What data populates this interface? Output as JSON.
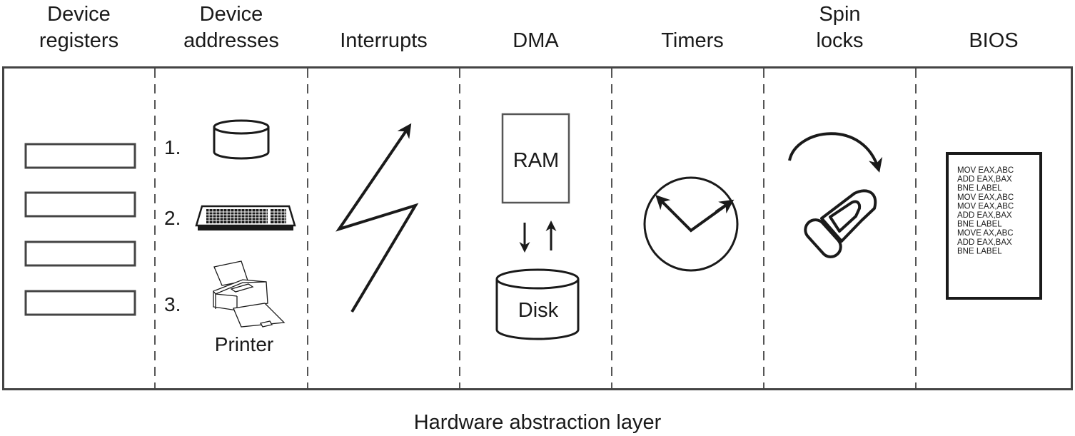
{
  "title": "Hardware abstraction layer",
  "columns": [
    {
      "id": "device-registers",
      "label": "Device\nregisters"
    },
    {
      "id": "device-addresses",
      "label": "Device\naddresses"
    },
    {
      "id": "interrupts",
      "label": "Interrupts"
    },
    {
      "id": "dma",
      "label": "DMA"
    },
    {
      "id": "timers",
      "label": "Timers"
    },
    {
      "id": "spin-locks",
      "label": "Spin\nlocks"
    },
    {
      "id": "bios",
      "label": "BIOS"
    }
  ],
  "device_registers": {
    "count": 4
  },
  "device_addresses": {
    "items": [
      {
        "number": "1.",
        "icon": "disk-cylinder-icon"
      },
      {
        "number": "2.",
        "icon": "keyboard-icon"
      },
      {
        "number": "3.",
        "icon": "printer-icon",
        "caption": "Printer"
      }
    ]
  },
  "interrupts": {
    "icon": "lightning-arrow-icon"
  },
  "dma": {
    "ram_label": "RAM",
    "disk_label": "Disk"
  },
  "timers": {
    "icon": "clock-icon"
  },
  "spin_locks": {
    "icon": "lock-rotate-icon"
  },
  "bios": {
    "code_lines": [
      "MOV EAX,ABC",
      "ADD EAX,BAX",
      "BNE LABEL",
      "MOV EAX,ABC",
      "MOV EAX,ABC",
      "ADD EAX,BAX",
      "BNE LABEL",
      "MOVE AX,ABC",
      "ADD EAX,BAX",
      "BNE LABEL"
    ]
  },
  "colors": {
    "frame": "#444444",
    "ink": "#1a1a1a",
    "divider": "#555555"
  }
}
